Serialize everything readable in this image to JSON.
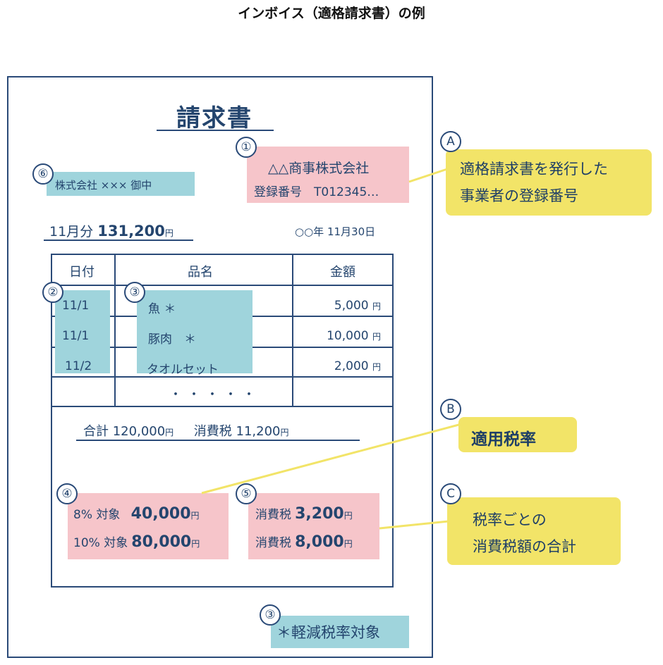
{
  "page_title": "インボイス（適格請求書）の例",
  "invoice": {
    "title": "請求書",
    "seller_name": "△△商事株式会社",
    "seller_reg": "登録番号　T012345…",
    "buyer": "株式会社 ××× 御中",
    "month_label": "11月分",
    "month_amount": "131,200",
    "date": "○○年 11月30日",
    "yen": "円",
    "headers": [
      "日付",
      "品名",
      "金額"
    ],
    "rows": [
      {
        "date": "11/1",
        "item": "魚 ＊",
        "amount": "5,000"
      },
      {
        "date": "11/1",
        "item": "豚肉　＊",
        "amount": "10,000"
      },
      {
        "date": "11/2",
        "item": "タオルセット",
        "amount": "2,000"
      }
    ],
    "ellipsis": "・・・・・",
    "total_label": "合計",
    "total_amount": "120,000",
    "tax_label": "消費税",
    "tax_amount": "11,200",
    "rate8_label": "8% 対象",
    "rate8_amount": "40,000",
    "rate10_label": "10% 対象",
    "rate10_amount": "80,000",
    "tax8_label": "消費税",
    "tax8_amount": "3,200",
    "tax10_label": "消費税",
    "tax10_amount": "8,000",
    "note": "＊軽減税率対象"
  },
  "markers": {
    "m1": "①",
    "m2": "②",
    "m3": "③",
    "m4": "④",
    "m5": "⑤",
    "m6": "⑥",
    "m3b": "③",
    "A": "A",
    "B": "B",
    "C": "C"
  },
  "callouts": {
    "A_line1": "適格請求書を発行した",
    "A_line2": "事業者の登録番号",
    "B": "適用税率",
    "C_line1": "税率ごとの",
    "C_line2": "消費税額の合計"
  },
  "colors": {
    "navy": "#2a4a78",
    "pink": "#f6c5ca",
    "teal": "#9fd4dc",
    "yellow": "#f2e468"
  }
}
